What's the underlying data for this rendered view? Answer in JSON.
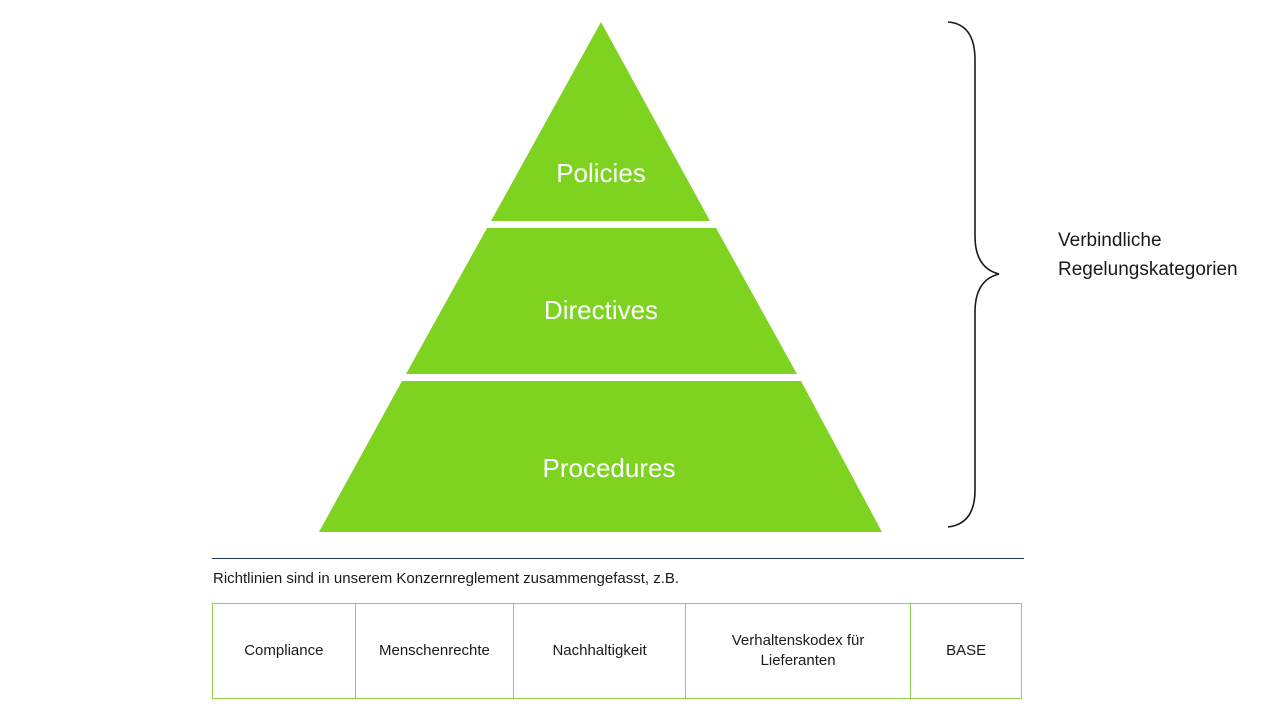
{
  "diagram": {
    "tiers": [
      {
        "label": "Policies"
      },
      {
        "label": "Directives"
      },
      {
        "label": "Procedures"
      }
    ],
    "bracket_label_lines": [
      "Verbindliche",
      "Regelungskategorien"
    ],
    "note": "Richtlinien sind in unserem Konzernreglement zusammengefasst, z.B.",
    "categories": [
      {
        "label": "Compliance"
      },
      {
        "label": "Menschenrechte"
      },
      {
        "label": "Nachhaltigkeit"
      },
      {
        "label": "Verhaltenskodex für Lieferanten"
      },
      {
        "label": "BASE"
      }
    ],
    "colors": {
      "tier_fill": "#7ed321",
      "tier_text": "#ffffff",
      "table_border": "#8fd14f",
      "divider": "#1f3a5a",
      "bracket": "#1a1a1a"
    }
  }
}
